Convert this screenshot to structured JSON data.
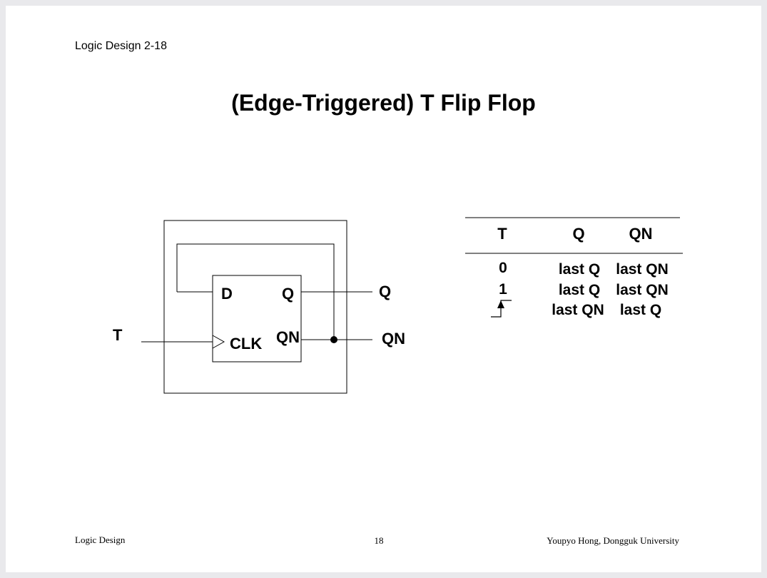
{
  "slide": {
    "header": "Logic Design 2-18",
    "title": "(Edge-Triggered) T Flip Flop",
    "footer_left": "Logic Design",
    "page_number": "18",
    "footer_right": "Youpyo Hong, Dongguk University"
  },
  "diagram": {
    "input_label": "T",
    "pin_d": "D",
    "pin_q": "Q",
    "pin_clk": "CLK",
    "pin_qn": "QN",
    "output_q": "Q",
    "output_qn": "QN"
  },
  "truth_table": {
    "headers": [
      "T",
      "Q",
      "QN"
    ],
    "rows": [
      {
        "t": "0",
        "q": "last Q",
        "qn": "last QN"
      },
      {
        "t": "1",
        "q": "last Q",
        "qn": "last QN"
      },
      {
        "t": "rising-edge-icon",
        "q": "last QN",
        "qn": "last Q"
      }
    ]
  }
}
